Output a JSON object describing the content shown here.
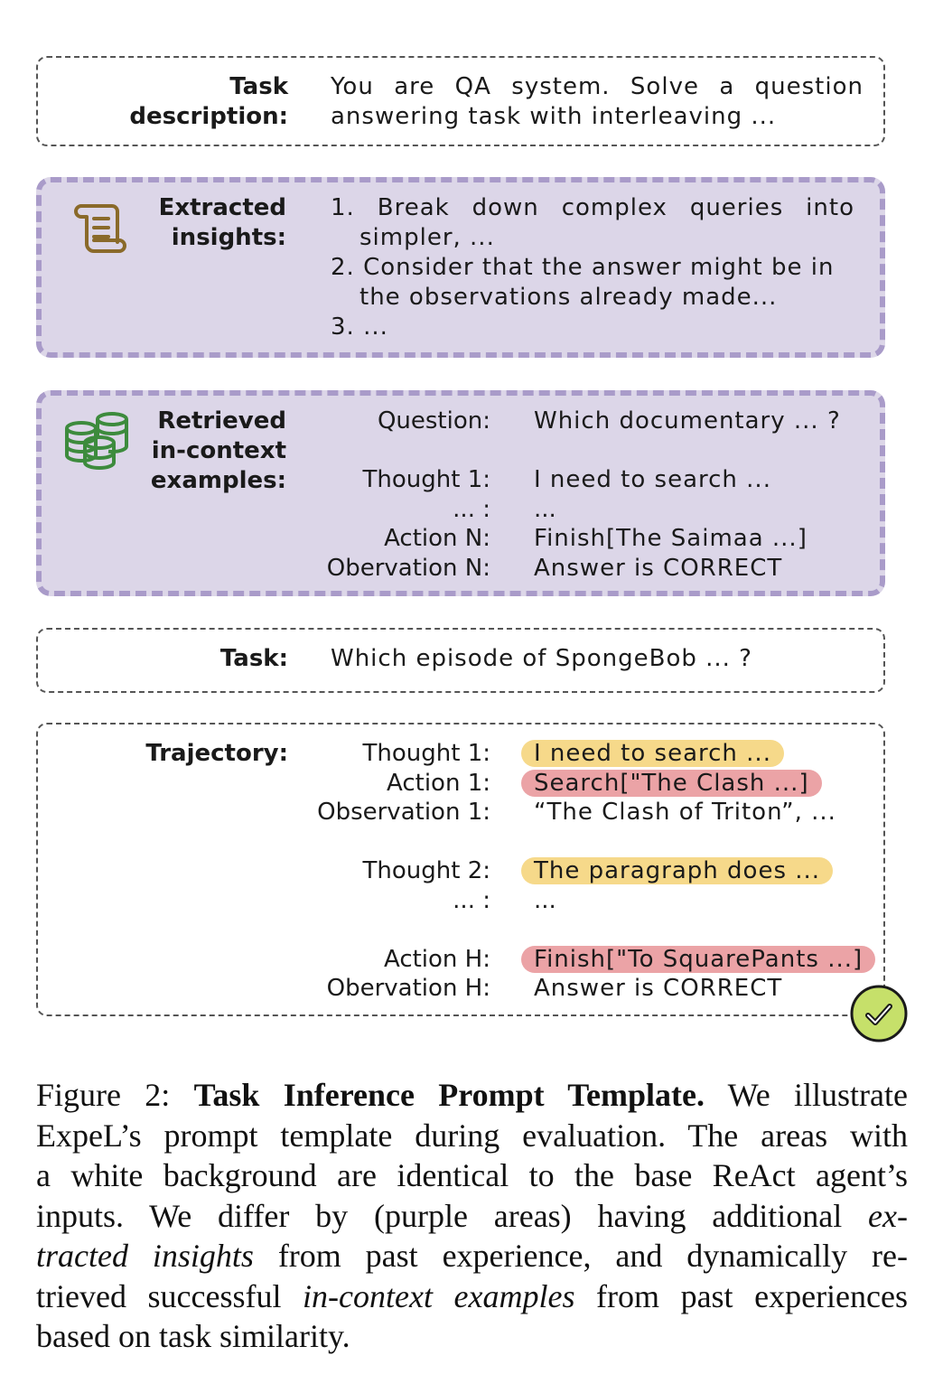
{
  "task_description": {
    "label_line1": "Task",
    "label_line2": "description:",
    "text_line1": "You are QA system. Solve a question",
    "text_line2": "answering task with interleaving ..."
  },
  "insights": {
    "label_line1": "Extracted",
    "label_line2": "insights:",
    "items": [
      "1. Break down complex queries into",
      "simpler, ...",
      "2. Consider that the answer might be in",
      "the observations already made...",
      "3. ..."
    ],
    "icon": "scroll-icon"
  },
  "examples": {
    "label_line1": "Retrieved",
    "label_line2": "in-context",
    "label_line3": "examples:",
    "icon": "database-icon",
    "rows": [
      {
        "key": "Question:",
        "value": "Which documentary ... ?"
      },
      {
        "key": "Thought 1:",
        "value": "I need to search ..."
      },
      {
        "key": "... :",
        "value": "..."
      },
      {
        "key": "Action N:",
        "value": "Finish[The Saimaa ...]"
      },
      {
        "key": "Obervation N:",
        "value": "Answer is CORRECT"
      }
    ]
  },
  "task": {
    "label": "Task:",
    "text": "Which episode of SpongeBob ... ?"
  },
  "trajectory": {
    "label": "Trajectory:",
    "rows": [
      {
        "key": "Thought 1:",
        "value": "I need to search ...",
        "highlight": "yellow"
      },
      {
        "key": "Action 1:",
        "value": "Search[\"The Clash ...]",
        "highlight": "red"
      },
      {
        "key": "Observation 1:",
        "value": "“The Clash of Triton”, ...",
        "highlight": "none"
      },
      {
        "key": "Thought 2:",
        "value": "The paragraph does ...",
        "highlight": "yellow"
      },
      {
        "key": "... :",
        "value": "...",
        "highlight": "none"
      },
      {
        "key": "Action H:",
        "value": "Finish[\"To SquarePants ...]",
        "highlight": "red"
      },
      {
        "key": "Obervation H:",
        "value": "Answer is CORRECT",
        "highlight": "none"
      }
    ],
    "badge_icon": "checkmark-icon"
  },
  "caption": {
    "fig": "Figure 2:",
    "title": "Task Inference Prompt Template.",
    "l1_rest": "We illustrate",
    "l2": "ExpeL’s prompt template during evaluation. The areas with",
    "l3": "a white background are identical to the base ReAct agent’s",
    "l4_pre": "inputs. We differ by (purple areas) having additional",
    "l4_it": "ex-",
    "l5_it": "tracted insights",
    "l5_rest": "from past experience, and dynamically re-",
    "l6_pre": "trieved successful",
    "l6_it": "in-context examples",
    "l6_rest": "from past experiences",
    "l7": "based on task similarity."
  },
  "colors": {
    "purple_fill": "#dcd6e8",
    "purple_border": "#a99bc9",
    "highlight_yellow": "#f6d98a",
    "highlight_red": "#eba3a6",
    "check_green": "#c6e06a"
  }
}
